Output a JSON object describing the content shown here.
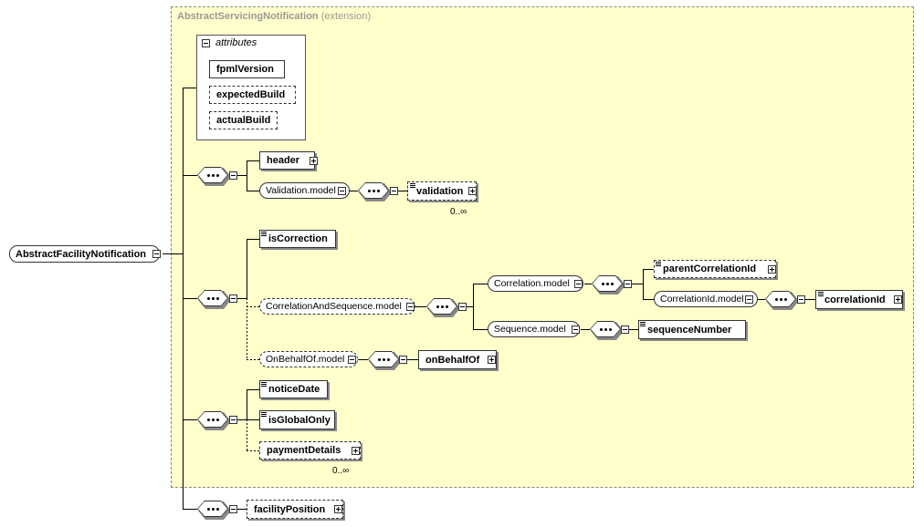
{
  "extension": {
    "name": "AbstractServicingNotification",
    "kind": "(extension)"
  },
  "attributes_label": "attributes",
  "attributes": [
    "fpmlVersion",
    "expectedBuild",
    "actualBuild"
  ],
  "root": "AbstractFacilityNotification",
  "elements": {
    "header": "header",
    "validation_model": "Validation.model",
    "validation": "validation",
    "validation_occ": "0..∞",
    "is_correction": "isCorrection",
    "corr_seq_model": "CorrelationAndSequence.model",
    "correlation_model": "Correlation.model",
    "parent_correlation_id": "parentCorrelationId",
    "correlation_id_model": "CorrelationId.model",
    "correlation_id": "correlationId",
    "sequence_model": "Sequence.model",
    "sequence_number": "sequenceNumber",
    "on_behalf_of_model": "OnBehalfOf.model",
    "on_behalf_of": "onBehalfOf",
    "notice_date": "noticeDate",
    "is_global_only": "isGlobalOnly",
    "payment_details": "paymentDetails",
    "payment_details_occ": "0..∞",
    "facility_position": "facilityPosition"
  }
}
